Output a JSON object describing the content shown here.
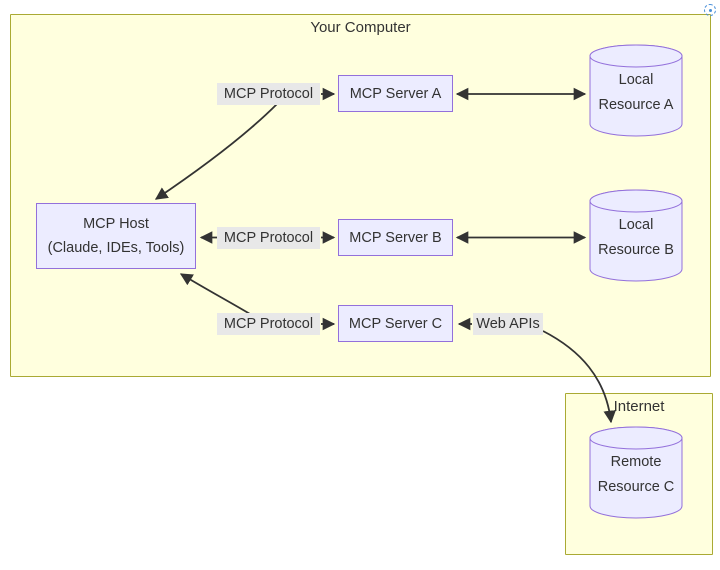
{
  "diagram": {
    "title_note": "MCP architecture flowchart",
    "clusters": {
      "your_computer": {
        "label": "Your Computer"
      },
      "internet": {
        "label": "Internet"
      }
    },
    "nodes": {
      "mcp_host": {
        "lines": [
          "MCP Host",
          "(Claude, IDEs, Tools)"
        ]
      },
      "server_a": {
        "label": "MCP Server A"
      },
      "server_b": {
        "label": "MCP Server B"
      },
      "server_c": {
        "label": "MCP Server C"
      },
      "resource_a": {
        "lines": [
          "Local",
          "Resource A"
        ]
      },
      "resource_b": {
        "lines": [
          "Local",
          "Resource B"
        ]
      },
      "resource_c": {
        "lines": [
          "Remote",
          "Resource C"
        ]
      }
    },
    "edge_labels": {
      "protocol_a": "MCP Protocol",
      "protocol_b": "MCP Protocol",
      "protocol_c": "MCP Protocol",
      "web_apis": "Web APIs"
    },
    "edges": [
      {
        "from": "mcp-host",
        "to": "mcp-server-a",
        "label": "MCP Protocol",
        "bidirectional": true
      },
      {
        "from": "mcp-host",
        "to": "mcp-server-b",
        "label": "MCP Protocol",
        "bidirectional": true
      },
      {
        "from": "mcp-host",
        "to": "mcp-server-c",
        "label": "MCP Protocol",
        "bidirectional": true
      },
      {
        "from": "mcp-server-a",
        "to": "local-resource-a",
        "label": "",
        "bidirectional": true
      },
      {
        "from": "mcp-server-b",
        "to": "local-resource-b",
        "label": "",
        "bidirectional": true
      },
      {
        "from": "mcp-server-c",
        "to": "remote-resource-c",
        "label": "Web APIs",
        "bidirectional": true
      }
    ],
    "icons": {
      "expand": "expand-icon (dashed circle with center dot)"
    },
    "colors": {
      "cluster_fill": "#ffffde",
      "cluster_border": "#aaaa33",
      "node_fill": "#ececff",
      "node_border": "#9370db",
      "edge": "#333333",
      "edge_label_bg": "#e8e8e8",
      "text": "#333333",
      "icon_accent": "#4a90d9"
    }
  }
}
